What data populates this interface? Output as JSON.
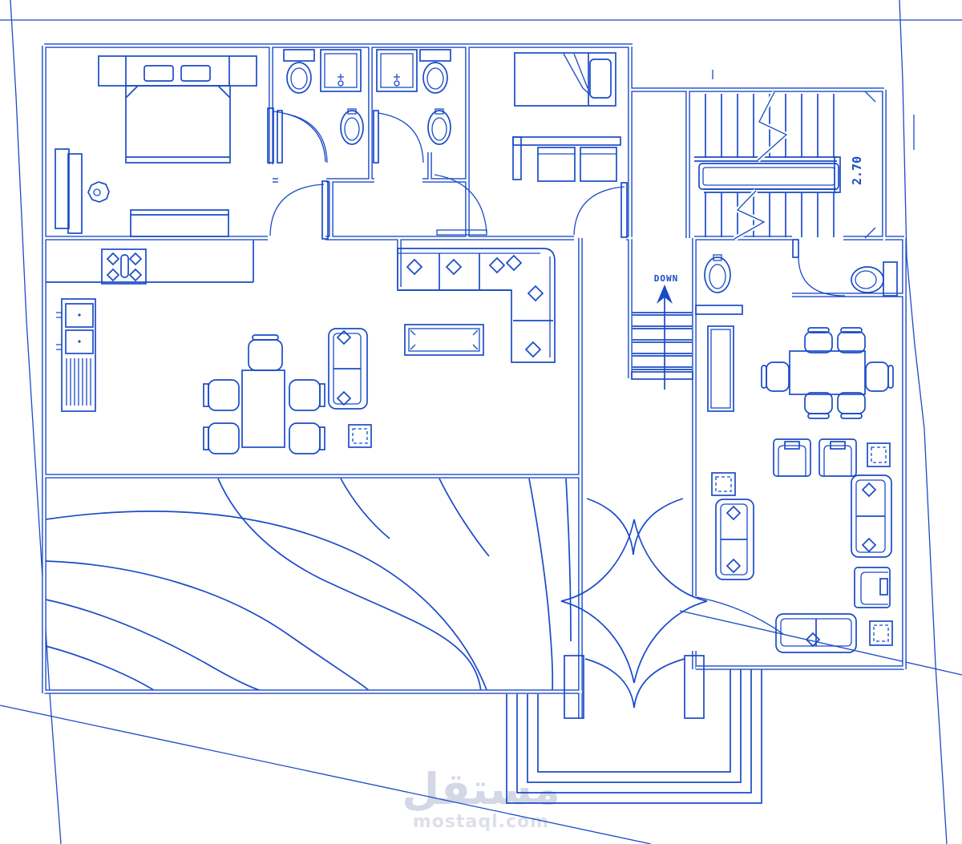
{
  "drawing": {
    "type": "architectural-floor-plan",
    "labels": {
      "stair_height": "2.70",
      "stair_direction": "DOWN"
    },
    "watermark": {
      "arabic": "مستقل",
      "latin": "mostaql.com"
    },
    "colors": {
      "line": "#1a4bc8",
      "watermark_arabic": "#d3d7e6",
      "watermark_latin": "#dde0ea",
      "background": "#ffffff"
    }
  }
}
